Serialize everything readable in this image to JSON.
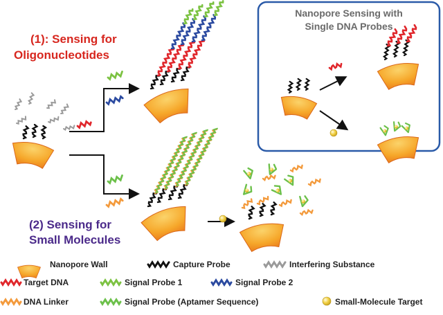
{
  "colors": {
    "wall_outer": "#f28c1e",
    "wall_inner": "#f7b733",
    "capture": "#111111",
    "interfering": "#9a9a9a",
    "target": "#e0262b",
    "signal1": "#7cc242",
    "signal2": "#2b4aa0",
    "linker": "#f39a3c",
    "aptamer": "#6cc04a",
    "small_molecule": "#f3d34a",
    "inset_border": "#2a5aa8",
    "title_red": "#d7261e",
    "title_purple": "#4b2a8a"
  },
  "section1": {
    "line1": "(1): Sensing for",
    "line2": "Oligonucleotides"
  },
  "section2": {
    "line1": "(2) Sensing for",
    "line2": "Small Molecules"
  },
  "inset": {
    "line1": "Nanopore Sensing with",
    "line2": "Single DNA Probes"
  },
  "legend": {
    "wall": "Nanopore Wall",
    "capture": "Capture Probe",
    "interfering": "Interfering Substance",
    "target": "Target DNA",
    "signal1": "Signal Probe 1",
    "signal2": "Signal Probe 2",
    "linker": "DNA Linker",
    "aptamer": "Signal Probe (Aptamer Sequence)",
    "small_molecule": "Small-Molecule Target"
  }
}
